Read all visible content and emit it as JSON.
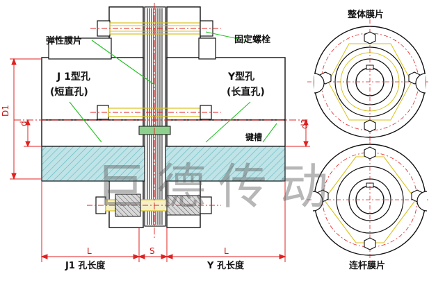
{
  "labels": {
    "membrane_label": "弹性膜片",
    "bolt_label": "固定螺栓",
    "j1_hole_line1": "J 1型孔",
    "j1_hole_line2": "(短直孔)",
    "y_hole_line1": "Y型孔",
    "y_hole_line2": "(长直孔)",
    "keyway_label": "键槽",
    "whole_membrane_label": "整体膜片",
    "link_membrane_label": "连杆膜片",
    "j1_length_label": "J1 孔长度",
    "y_length_label": "Y 孔长度",
    "dim_L_left": "L",
    "dim_S": "S",
    "dim_L_right": "L",
    "dim_D1": "D1",
    "dim_d_left": "d",
    "dim_d1_right": "d1"
  },
  "watermark": "巨德传动",
  "colors": {
    "outline": "#111111",
    "bore_fill": "#bfe3e6",
    "hatch": "#5fb8bf",
    "centerline": "#e02020",
    "dimension": "#e02020",
    "leader": "#22c022",
    "bolt_yellow": "#d8c21a",
    "bolt_shank": "#e8d040"
  }
}
